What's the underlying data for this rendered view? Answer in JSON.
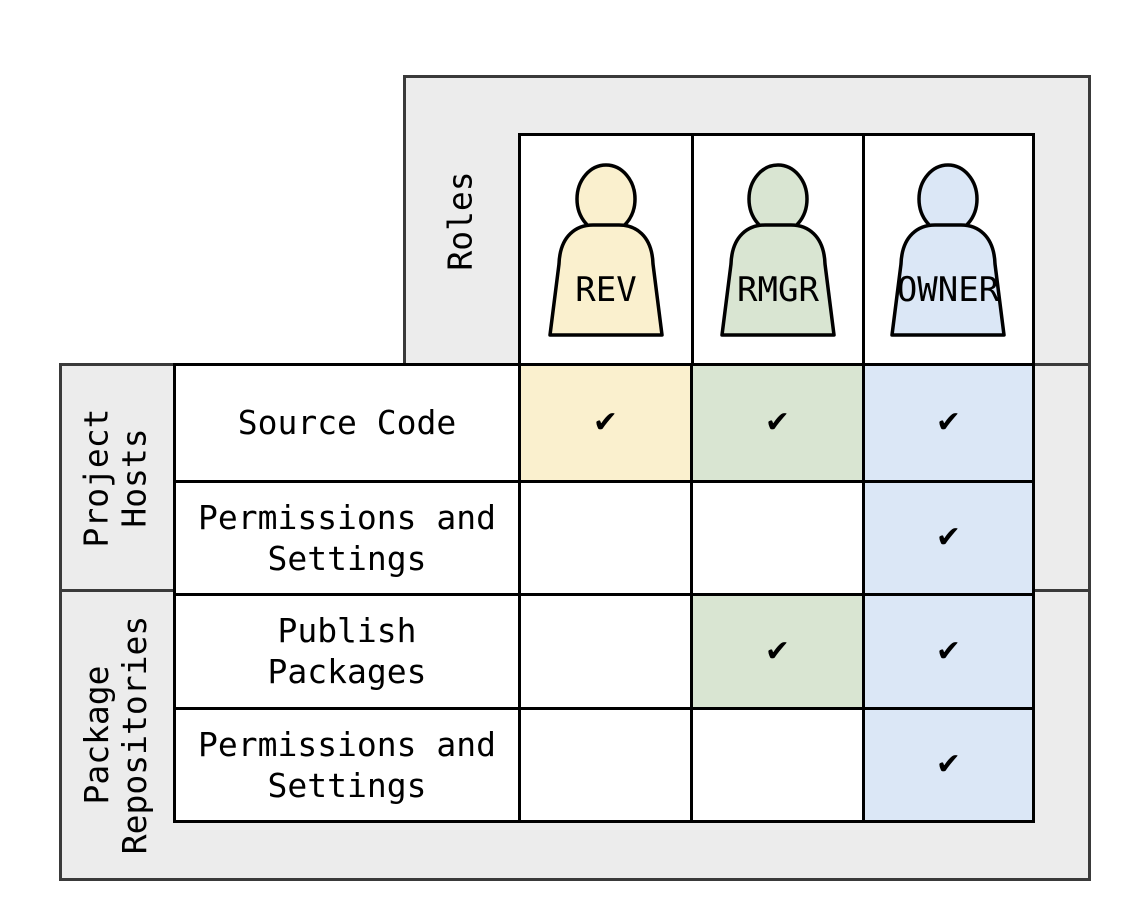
{
  "figure": {
    "roles_axis_label": "Roles",
    "check_glyph": "✔",
    "roles": [
      {
        "label": "REV",
        "color": "#faf0ce"
      },
      {
        "label": "RMGR",
        "color": "#d9e5d2"
      },
      {
        "label": "OWNER",
        "color": "#dbe7f6"
      }
    ],
    "groups": [
      {
        "label_lines": [
          "Project",
          "Hosts"
        ],
        "rows": [
          {
            "label_lines": [
              "Source Code"
            ],
            "checks": [
              true,
              true,
              true
            ]
          },
          {
            "label_lines": [
              "Permissions and",
              "Settings"
            ],
            "checks": [
              false,
              false,
              true
            ]
          }
        ]
      },
      {
        "label_lines": [
          "Package",
          "Repositories"
        ],
        "rows": [
          {
            "label_lines": [
              "Publish",
              "Packages"
            ],
            "checks": [
              false,
              true,
              true
            ]
          },
          {
            "label_lines": [
              "Permissions and",
              "Settings"
            ],
            "checks": [
              false,
              false,
              true
            ]
          }
        ]
      }
    ],
    "colors": {
      "panel_bg": "#ececec",
      "panel_border": "#3a3a3a",
      "cell_border": "#000000",
      "unchecked_bg": "#ffffff",
      "check_color": "#000000",
      "page_bg": "#ffffff"
    }
  }
}
